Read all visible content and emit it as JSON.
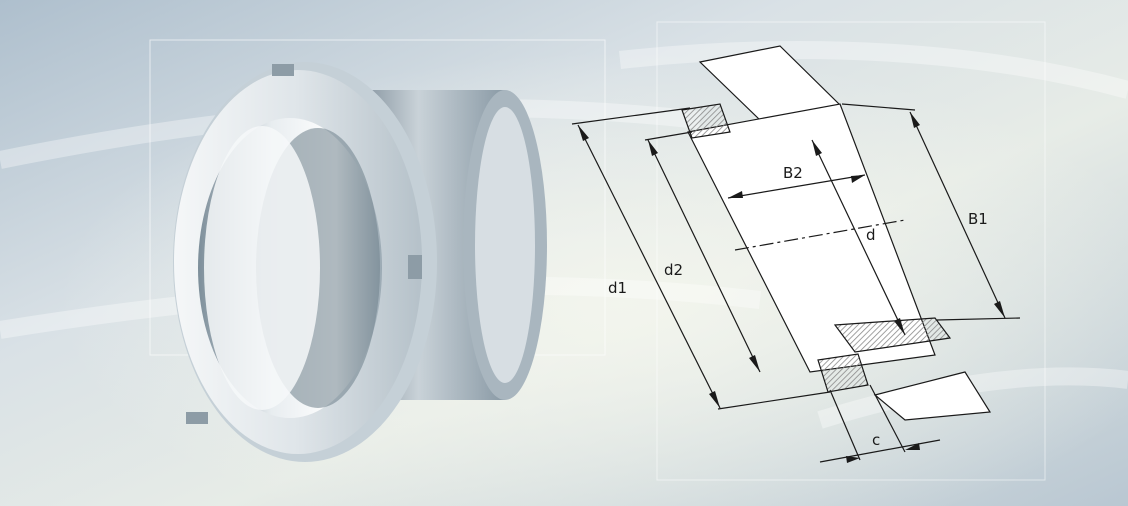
{
  "dimension_labels": {
    "d1": "d1",
    "b2": "B2",
    "d": "d",
    "d2": "d2",
    "b1": "B1",
    "c": "c",
    "shaft_diameter": "d1",
    "ring_diameter": "d2"
  },
  "colors": {
    "background_light": "#e9edf0",
    "background_blue": "#9fb4c4",
    "metal_light": "#f2f4f5",
    "metal_dark": "#6d7f8c",
    "line": "#1a1a1a",
    "hatch": "#8a8a8a"
  }
}
